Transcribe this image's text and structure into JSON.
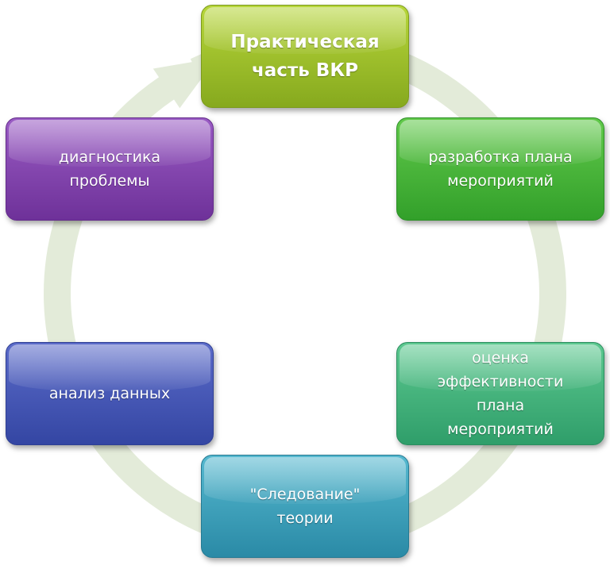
{
  "diagram": {
    "nodes": [
      {
        "label": "Практическая\nчасть   ВКР"
      },
      {
        "label": "разработка плана\nмероприятий"
      },
      {
        "label": "оценка\nэффективности\nплана\nмероприятий"
      },
      {
        "label": "\"Следование\"\nтеории"
      },
      {
        "label": "анализ данных"
      },
      {
        "label": "диагностика\nпроблемы"
      }
    ],
    "colors": {
      "ring": "#e3ebd9",
      "node_1": "#9cc02a",
      "node_2": "#43b235",
      "node_3": "#3fb07a",
      "node_4": "#3a9bb8",
      "node_5": "#4354b4",
      "node_6": "#7f3fad"
    }
  }
}
